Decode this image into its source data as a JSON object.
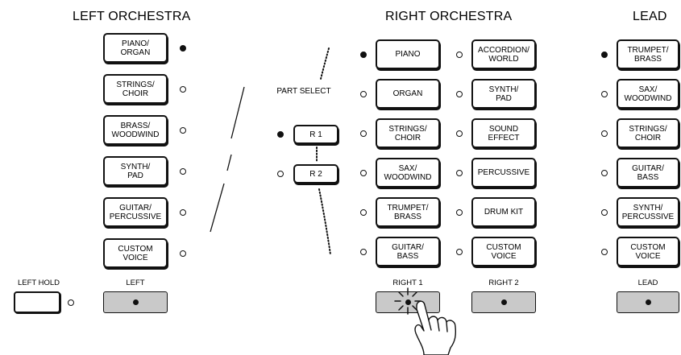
{
  "left_orchestra": {
    "title": "LEFT  ORCHESTRA",
    "buttons": [
      {
        "label": "PIANO/\nORGAN",
        "led": "on"
      },
      {
        "label": "STRINGS/\nCHOIR",
        "led": "off"
      },
      {
        "label": "BRASS/\nWOODWIND",
        "led": "off"
      },
      {
        "label": "SYNTH/\nPAD",
        "led": "off"
      },
      {
        "label": "GUITAR/\nPERCUSSIVE",
        "led": "off"
      },
      {
        "label": "CUSTOM\nVOICE",
        "led": "off"
      }
    ],
    "select_label": "LEFT",
    "hold_label": "LEFT HOLD",
    "hold_led": "off"
  },
  "part_select": {
    "label": "PART SELECT",
    "buttons": [
      {
        "label": "R 1",
        "led": "on"
      },
      {
        "label": "R 2",
        "led": "off"
      }
    ]
  },
  "right_orchestra": {
    "title": "RIGHT ORCHESTRA",
    "column1": [
      {
        "label": "PIANO",
        "led": "on"
      },
      {
        "label": "ORGAN",
        "led": "off"
      },
      {
        "label": "STRINGS/\nCHOIR",
        "led": "off"
      },
      {
        "label": "SAX/\nWOODWIND",
        "led": "off"
      },
      {
        "label": "TRUMPET/\nBRASS",
        "led": "off"
      },
      {
        "label": "GUITAR/\nBASS",
        "led": "off"
      }
    ],
    "column2": [
      {
        "label": "ACCORDION/\nWORLD",
        "led": "off"
      },
      {
        "label": "SYNTH/\nPAD",
        "led": "off"
      },
      {
        "label": "SOUND\nEFFECT",
        "led": "off"
      },
      {
        "label": "PERCUSSIVE",
        "led": "off"
      },
      {
        "label": "DRUM KIT",
        "led": "off"
      },
      {
        "label": "CUSTOM\nVOICE",
        "led": "off"
      }
    ],
    "select1_label": "RIGHT 1",
    "select2_label": "RIGHT 2"
  },
  "lead": {
    "title": "LEAD",
    "buttons": [
      {
        "label": "TRUMPET/\nBRASS",
        "led": "on"
      },
      {
        "label": "SAX/\nWOODWIND",
        "led": "off"
      },
      {
        "label": "STRINGS/\nCHOIR",
        "led": "off"
      },
      {
        "label": "GUITAR/\nBASS",
        "led": "off"
      },
      {
        "label": "SYNTH/\nPERCUSSIVE",
        "led": "off"
      },
      {
        "label": "CUSTOM\nVOICE",
        "led": "off"
      }
    ],
    "select_label": "LEAD"
  },
  "icons": {
    "pressing_finger": "hand-pressing-icon",
    "blink": "blink-burst-icon"
  }
}
